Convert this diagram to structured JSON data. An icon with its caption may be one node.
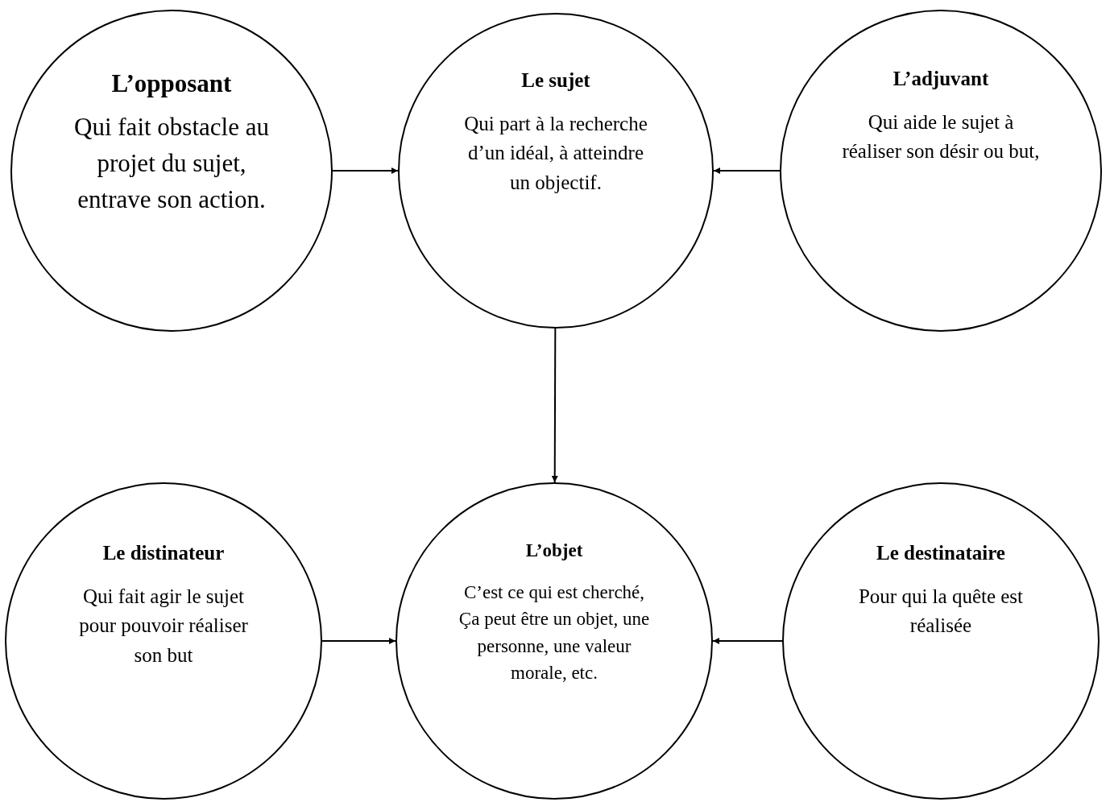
{
  "diagram": {
    "nodes": [
      {
        "text": [
          "L’opposant",
          "Qui fait obstacle au projet du sujet, entrave son action."
        ]
      },
      {
        "text": [
          "Le sujet",
          "Qui part à la recherche d’un idéal, à atteindre un objectif."
        ]
      },
      {
        "text": [
          "L’adjuvant",
          "Qui aide le sujet à réaliser son désir ou but,"
        ]
      },
      {
        "text": [
          "Le distinateur",
          "Qui fait agir le sujet pour pouvoir réaliser son but"
        ]
      },
      {
        "text": [
          "L’objet",
          "C’est ce qui est cherché, Ça peut être un objet, une personne, une valeur morale, etc."
        ]
      },
      {
        "text": [
          "Le destinataire",
          "Pour qui la quête est réalisée"
        ]
      }
    ],
    "edges": [
      {
        "from": 0,
        "to": 1,
        "arrow": "to"
      },
      {
        "from": 2,
        "to": 1,
        "arrow": "to"
      },
      {
        "from": 1,
        "to": 4,
        "arrow": "to"
      },
      {
        "from": 3,
        "to": 4,
        "arrow": "to"
      },
      {
        "from": 5,
        "to": 4,
        "arrow": "to"
      }
    ]
  }
}
